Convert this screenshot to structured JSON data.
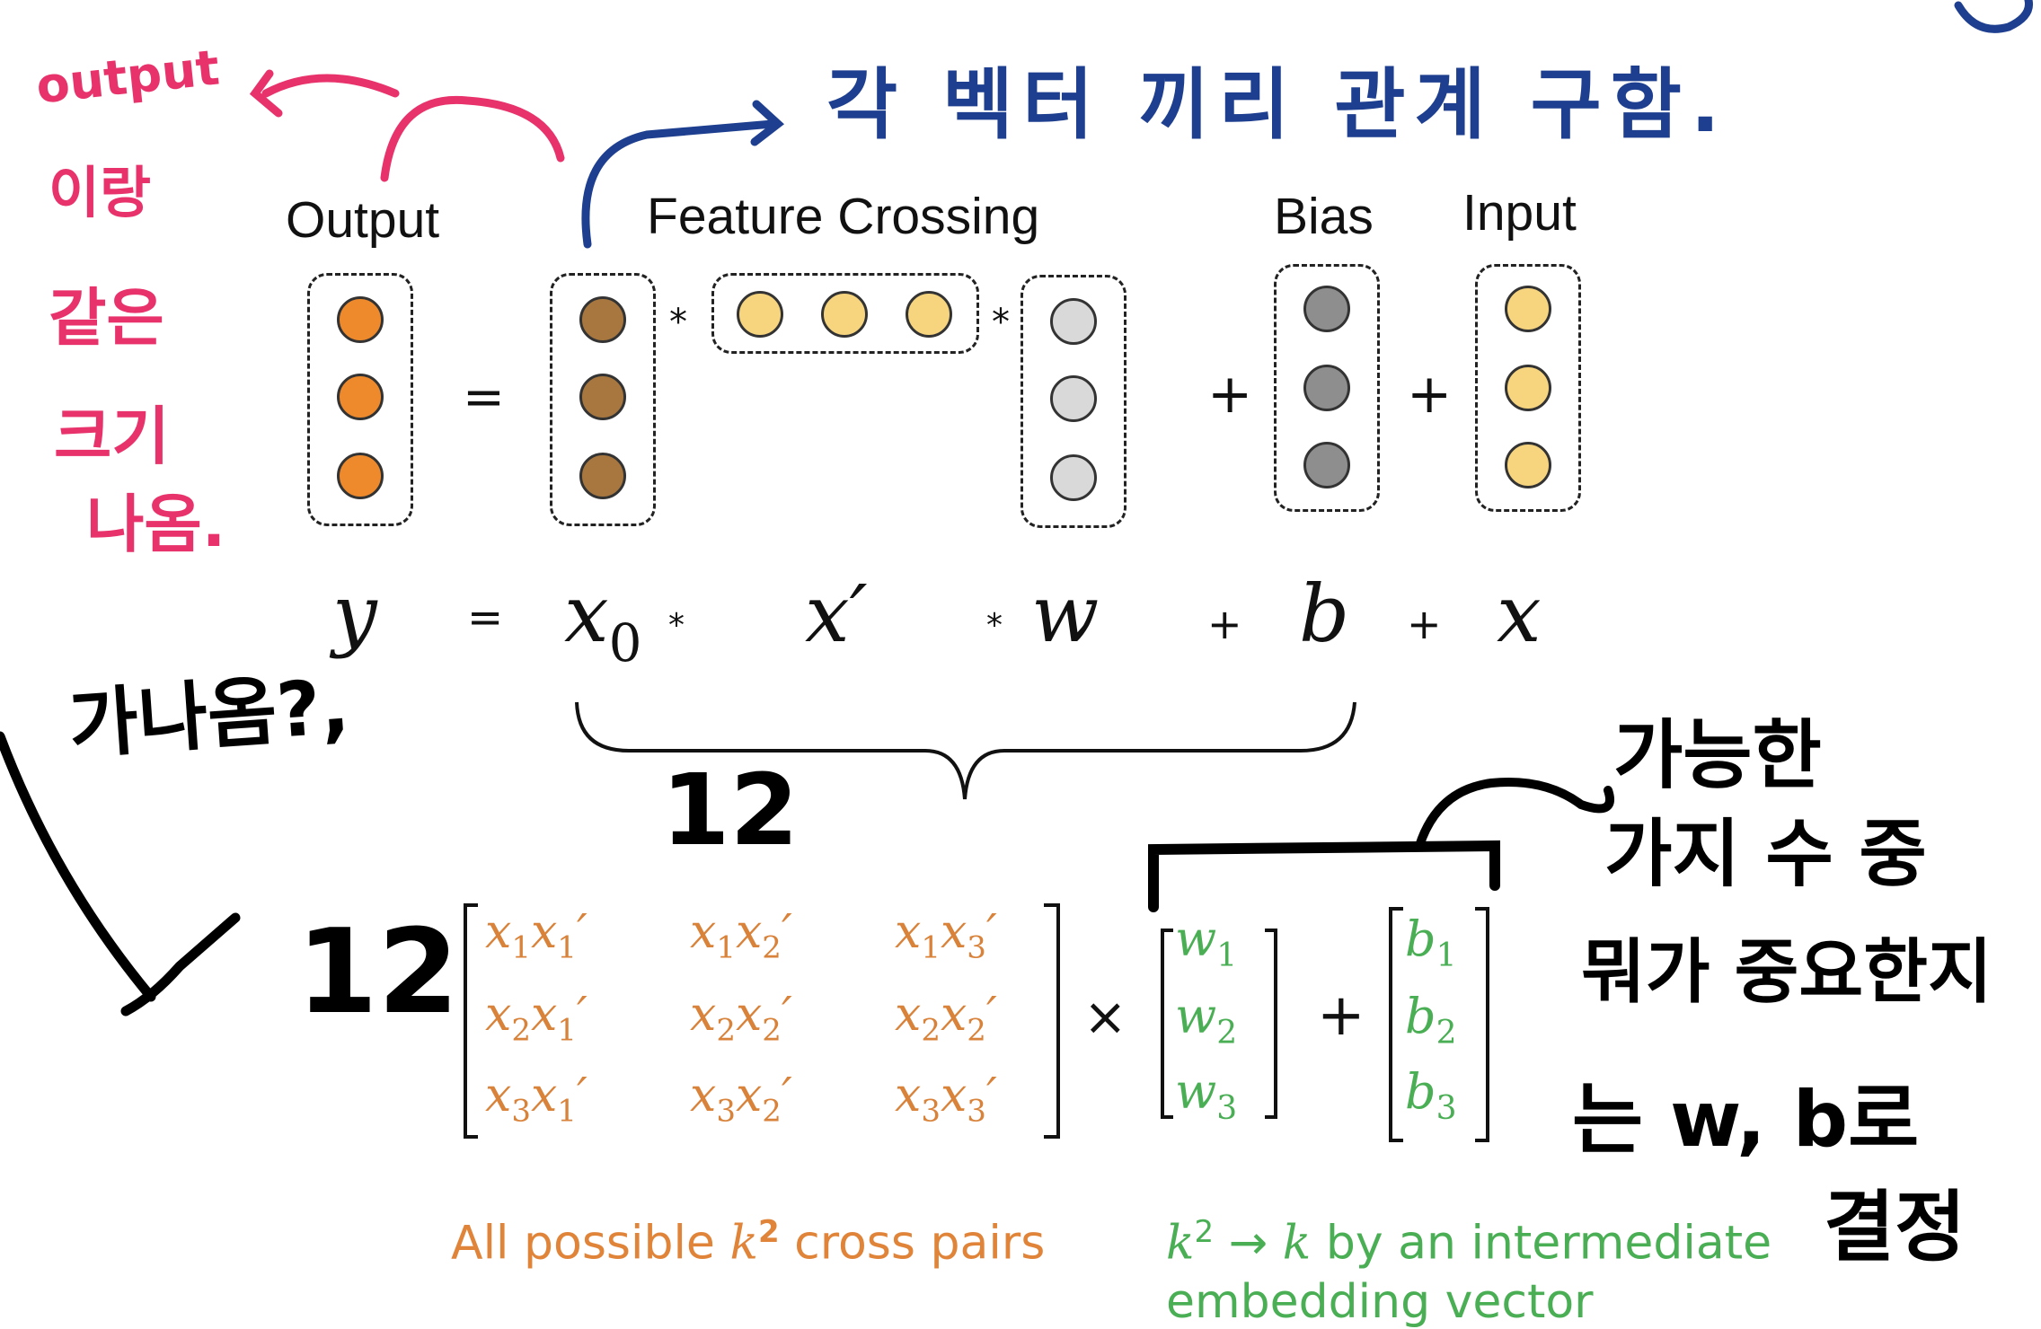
{
  "diagram": {
    "labels": {
      "output": "Output",
      "feature_crossing": "Feature Crossing",
      "bias": "Bias",
      "input": "Input"
    },
    "operators": {
      "equals": "=",
      "star": "*",
      "plus": "+",
      "times": "×"
    },
    "equation": {
      "y": "y",
      "x0": "x",
      "x0_sub": "0",
      "xprime": "x′",
      "w": "w",
      "b": "b",
      "x": "x"
    },
    "colors": {
      "output_nodes": "#ee8a2c",
      "x0_nodes": "#a87740",
      "xprime_nodes": "#f7d57f",
      "w_nodes": "#d9d9d9",
      "bias_nodes": "#8e8e8e",
      "input_nodes": "#f7d57f",
      "matrix_text": "#d8823a",
      "vector_text": "#4aae54"
    }
  },
  "matrix": {
    "cells": [
      [
        {
          "a": "x",
          "as": "1",
          "b": "x",
          "bs": "1"
        },
        {
          "a": "x",
          "as": "1",
          "b": "x",
          "bs": "2"
        },
        {
          "a": "x",
          "as": "1",
          "b": "x",
          "bs": "3"
        }
      ],
      [
        {
          "a": "x",
          "as": "2",
          "b": "x",
          "bs": "1"
        },
        {
          "a": "x",
          "as": "2",
          "b": "x",
          "bs": "2"
        },
        {
          "a": "x",
          "as": "2",
          "b": "x",
          "bs": "2"
        }
      ],
      [
        {
          "a": "x",
          "as": "3",
          "b": "x",
          "bs": "1"
        },
        {
          "a": "x",
          "as": "3",
          "b": "x",
          "bs": "2"
        },
        {
          "a": "x",
          "as": "3",
          "b": "x",
          "bs": "3"
        }
      ]
    ],
    "w_vector": [
      {
        "v": "w",
        "s": "1"
      },
      {
        "v": "w",
        "s": "2"
      },
      {
        "v": "w",
        "s": "3"
      }
    ],
    "b_vector": [
      {
        "v": "b",
        "s": "1"
      },
      {
        "v": "b",
        "s": "2"
      },
      {
        "v": "b",
        "s": "3"
      }
    ]
  },
  "captions": {
    "left_pre": "All possible ",
    "left_k": "k",
    "left_sup": "2",
    "left_post": " cross pairs",
    "right_k1": "k",
    "right_sup": "2",
    "right_arrow": " → ",
    "right_k2": "k",
    "right_line1_post": " by an intermediate",
    "right_line2": "embedding vector"
  },
  "handwriting": {
    "red_1": "output",
    "red_2": "이랑",
    "red_3": "같은",
    "red_4": "크기",
    "red_5": "나옴.",
    "blue_1": "각 벡터 끼리 관계 구함.",
    "black_1": "가나옴?,",
    "black_num_1": "12",
    "black_num_2": "12",
    "black_r1": "가능한",
    "black_r2": "가지 수 중",
    "black_r3": "뭐가 중요한지",
    "black_r4": "는 w, b로",
    "black_r5": "결정"
  }
}
